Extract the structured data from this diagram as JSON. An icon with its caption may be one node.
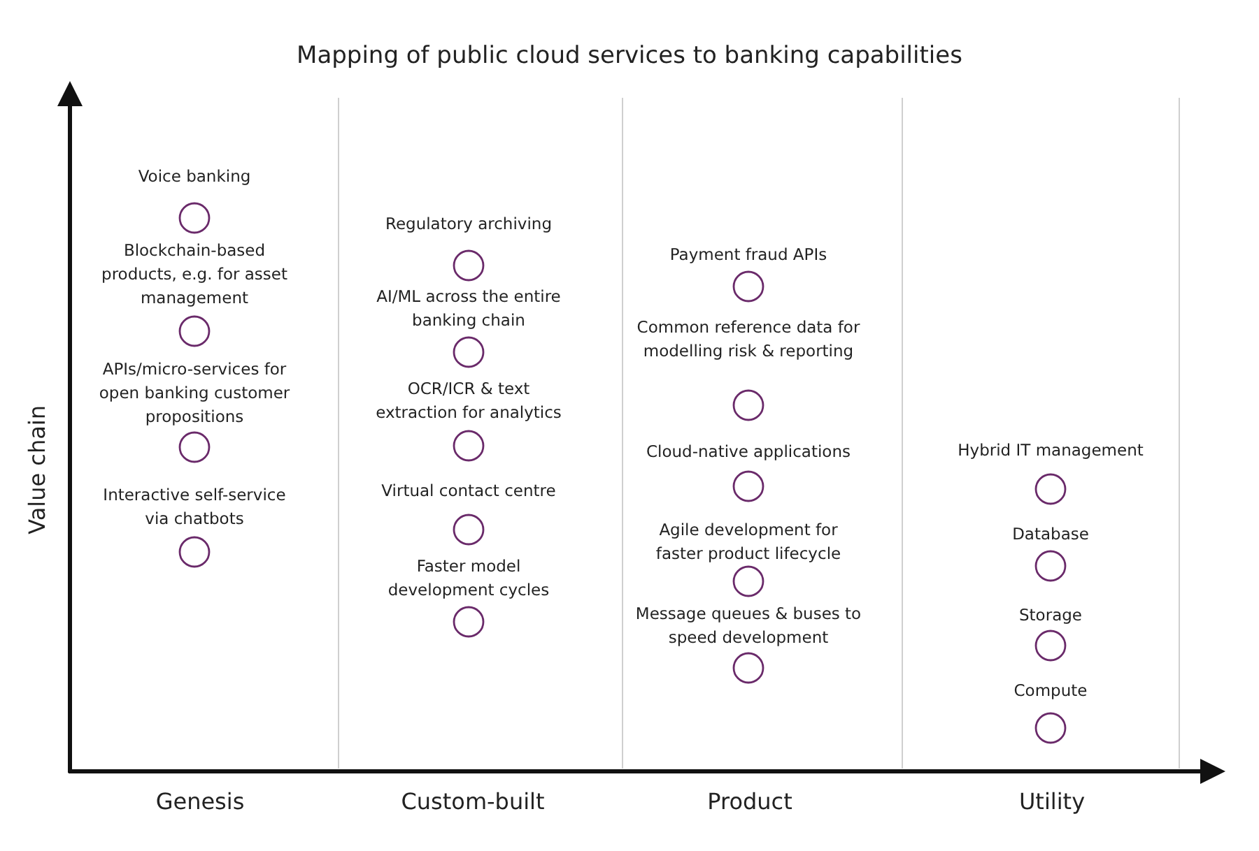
{
  "diagram": {
    "title": "Mapping of public cloud services to banking capabilities",
    "nodes": [
      {
        "text": [
          "Voice banking"
        ]
      },
      {
        "text": [
          "Blockchain-based products, e.g. for asset management"
        ]
      },
      {
        "text": [
          "APIs/micro-services for open banking customer propositions"
        ]
      },
      {
        "text": [
          "Interactive self-service via chatbots"
        ]
      },
      {
        "text": [
          "Regulatory archiving"
        ]
      },
      {
        "text": [
          "AI/ML across the entire banking chain"
        ]
      },
      {
        "text": [
          "OCR/ICR & text extraction for analytics"
        ]
      },
      {
        "text": [
          "Virtual contact centre"
        ]
      },
      {
        "text": [
          "Faster model development cycles"
        ]
      },
      {
        "text": [
          "Payment fraud APIs"
        ]
      },
      {
        "text": [
          "Common reference data for modelling risk & reporting"
        ]
      },
      {
        "text": [
          "Cloud-native applications"
        ]
      },
      {
        "text": [
          "Agile development for faster product lifecycle"
        ]
      },
      {
        "text": [
          "Message queues & buses to speed development"
        ]
      },
      {
        "text": [
          "Hybrid IT management"
        ]
      },
      {
        "text": [
          "Database"
        ]
      },
      {
        "text": [
          "Storage"
        ]
      },
      {
        "text": [
          "Compute"
        ]
      }
    ],
    "edges": [],
    "labels": [
      "Value chain",
      "Genesis",
      "Custom-built",
      "Product",
      "Utility"
    ]
  }
}
